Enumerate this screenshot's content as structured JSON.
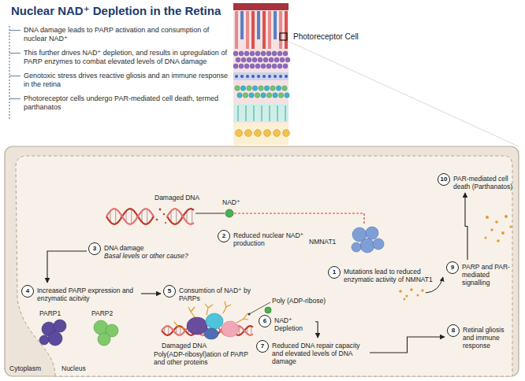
{
  "diagram": {
    "title": "Nuclear NAD⁺ Depletion in the Retina",
    "nodes": [
      {
        "text": [
          "1",
          "Mutations lead to reduced enzymatic activity of NMNAT1"
        ]
      },
      {
        "text": [
          "2",
          "Reduced nuclear NAD⁺ production"
        ]
      },
      {
        "text": [
          "3",
          "DNA damage",
          "Basal levels or other cause?"
        ]
      },
      {
        "text": [
          "4",
          "Increased PARP expression and enzymatic acitvity"
        ]
      },
      {
        "text": [
          "5",
          "Consumtion of NAD⁺ by PARPs"
        ]
      },
      {
        "text": [
          "6",
          "NAD⁺ Depletion"
        ]
      },
      {
        "text": [
          "7",
          "Reduced DNA repair capacity and elevated levels of DNA damage"
        ]
      },
      {
        "text": [
          "8",
          "Retinal gliosis and immune response"
        ]
      },
      {
        "text": [
          "9",
          "PARP and PAR-mediated signalling"
        ]
      },
      {
        "text": [
          "10",
          "PAR-mediated cell death (Parthanatos)"
        ]
      }
    ],
    "edges": [
      {
        "from": 2,
        "to": 3,
        "arrow": "to"
      },
      {
        "from": 3,
        "to": 4,
        "arrow": "to"
      },
      {
        "from": 5,
        "to": 6,
        "arrow": "to"
      },
      {
        "from": 6,
        "to": 7,
        "arrow": "to"
      },
      {
        "from": 8,
        "to": 9,
        "arrow": "to"
      }
    ],
    "labels": [
      "DNA damage leads to PARP activation and consumption of nuclear NAD⁺",
      "This further drives NAD⁺ depletion, and results in upregulation of PARP enzymes to combat elevated levels of DNA damage",
      "Genotoxic stress drives reactive gliosis and an immune response in the retina",
      "Photoreceptor cells undergo PAR-mediated cell death, termed parthanatos",
      "Photoreceptor Cell",
      "Damaged DNA",
      "NAD⁺",
      "NMNAT1",
      "PARP1",
      "PARP2",
      "Poly (ADP-ribose)",
      "Damaged DNA",
      "Poly(ADP-ribosyl)ation of PARP and other proteins",
      "Cytoplasm",
      "Nucleus"
    ]
  }
}
